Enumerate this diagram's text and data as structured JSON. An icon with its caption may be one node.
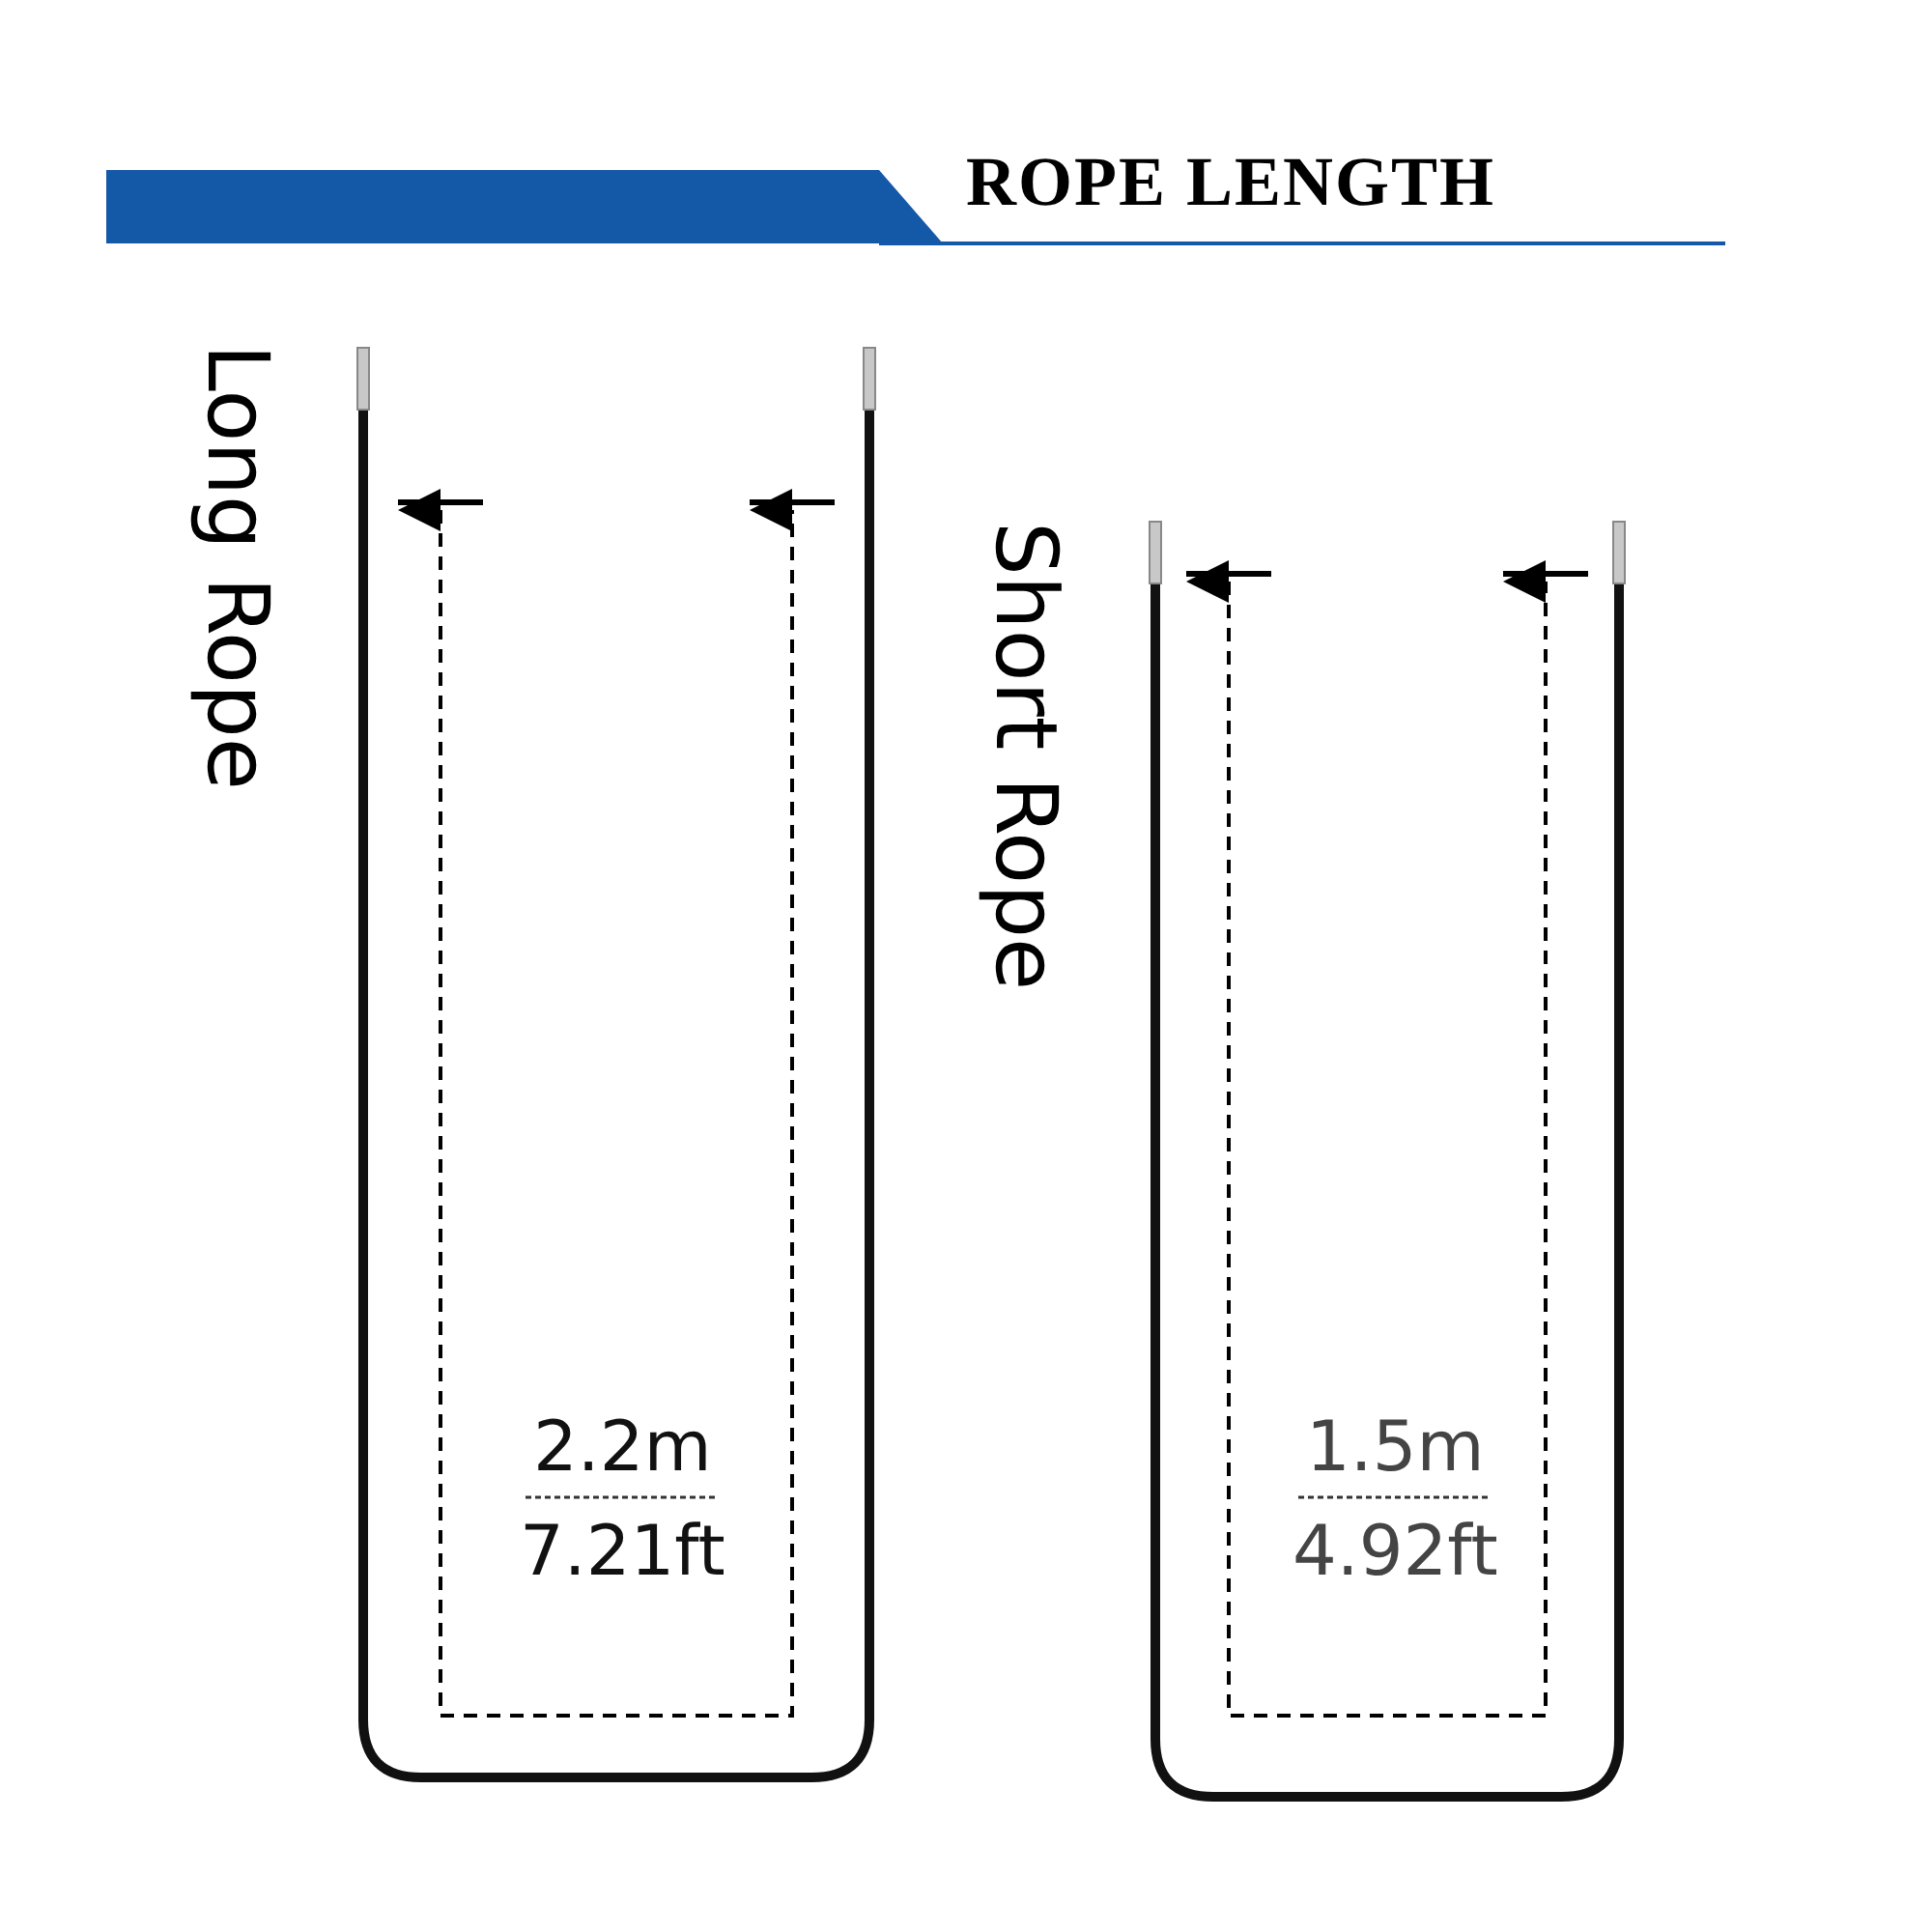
{
  "diagram": {
    "title": "ROPE LENGTH",
    "labels": [
      "Long Rope",
      "Short Rope",
      "2.2m",
      "7.21ft",
      "1.5m",
      "4.92ft"
    ]
  }
}
